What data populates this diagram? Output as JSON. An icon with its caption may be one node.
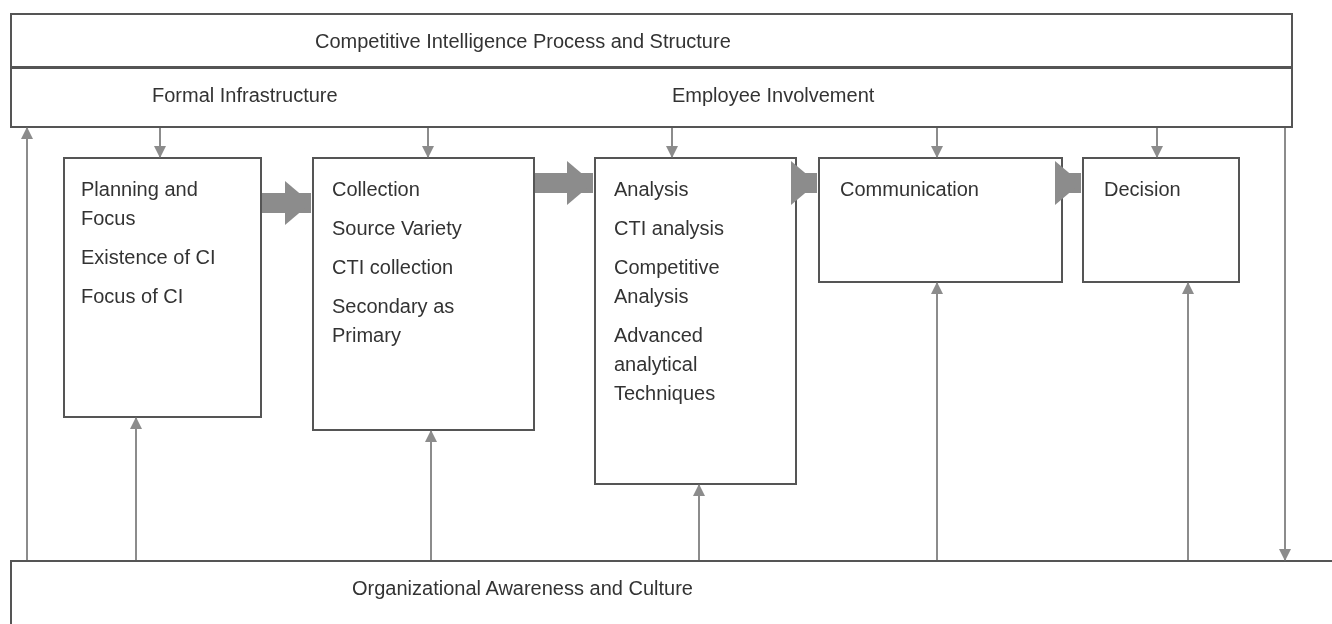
{
  "diagram": {
    "nodes": [
      {
        "text": [
          "Competitive Intelligence Process and Structure"
        ]
      },
      {
        "text": [
          "Formal Infrastructure",
          "Employee Involvement"
        ]
      },
      {
        "text": [
          "Planning and Focus",
          "Existence of CI",
          "Focus of CI"
        ]
      },
      {
        "text": [
          "Collection",
          "Source Variety",
          "CTI collection",
          "Secondary as Primary"
        ]
      },
      {
        "text": [
          "Analysis",
          "CTI analysis",
          "Competitive Analysis",
          "Advanced analytical Techniques"
        ]
      },
      {
        "text": [
          "Communication"
        ]
      },
      {
        "text": [
          "Decision"
        ]
      },
      {
        "text": [
          "Organizational Awareness and Culture"
        ]
      }
    ],
    "edges": [
      {
        "from": 1,
        "to": 2,
        "arrow": "to"
      },
      {
        "from": 1,
        "to": 3,
        "arrow": "to"
      },
      {
        "from": 1,
        "to": 4,
        "arrow": "to"
      },
      {
        "from": 1,
        "to": 5,
        "arrow": "to"
      },
      {
        "from": 1,
        "to": 6,
        "arrow": "to"
      },
      {
        "from": 7,
        "to": 2,
        "arrow": "to"
      },
      {
        "from": 7,
        "to": 3,
        "arrow": "to"
      },
      {
        "from": 7,
        "to": 4,
        "arrow": "to"
      },
      {
        "from": 7,
        "to": 5,
        "arrow": "to"
      },
      {
        "from": 7,
        "to": 6,
        "arrow": "to"
      },
      {
        "from": 7,
        "to": 1,
        "arrow": "to"
      },
      {
        "from": 1,
        "to": 7,
        "arrow": "to"
      },
      {
        "from": 2,
        "to": 3,
        "arrow": "to",
        "style": "thick"
      },
      {
        "from": 3,
        "to": 4,
        "arrow": "to",
        "style": "thick"
      },
      {
        "from": 4,
        "to": 5,
        "arrow": "to",
        "style": "thick"
      },
      {
        "from": 5,
        "to": 6,
        "arrow": "to",
        "style": "thick"
      }
    ]
  }
}
